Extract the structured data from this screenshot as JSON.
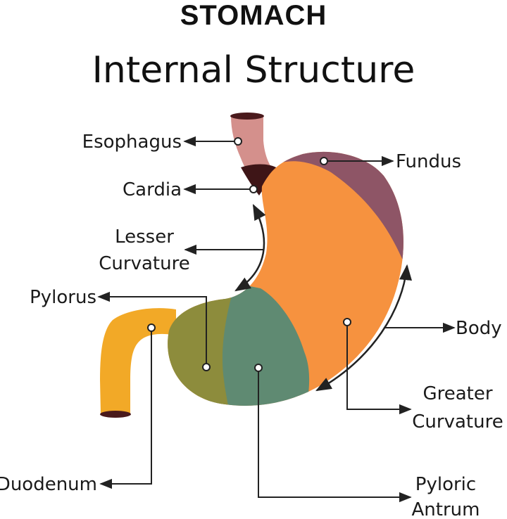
{
  "title": "STOMACH",
  "subtitle": "Internal Structure",
  "labels": {
    "esophagus": "Esophagus",
    "cardia": "Cardia",
    "fundus": "Fundus",
    "lesser_curvature": [
      "Lesser",
      "Curvature"
    ],
    "pylorus": "Pylorus",
    "body": "Body",
    "greater_curvature": [
      "Greater",
      "Curvature"
    ],
    "duodenum": "Duodenum",
    "pyloric_antrum": [
      "Pyloric",
      "Antrum"
    ]
  },
  "colors": {
    "esophagus": "#d4908c",
    "esophagus_dark": "#4a1a1c",
    "cardia": "#3e1517",
    "fundus": "#8e5566",
    "body": "#f6923f",
    "antrum": "#5f8a72",
    "pylorus": "#8d8c3c",
    "duodenum": "#f2a927",
    "line": "#222222"
  }
}
